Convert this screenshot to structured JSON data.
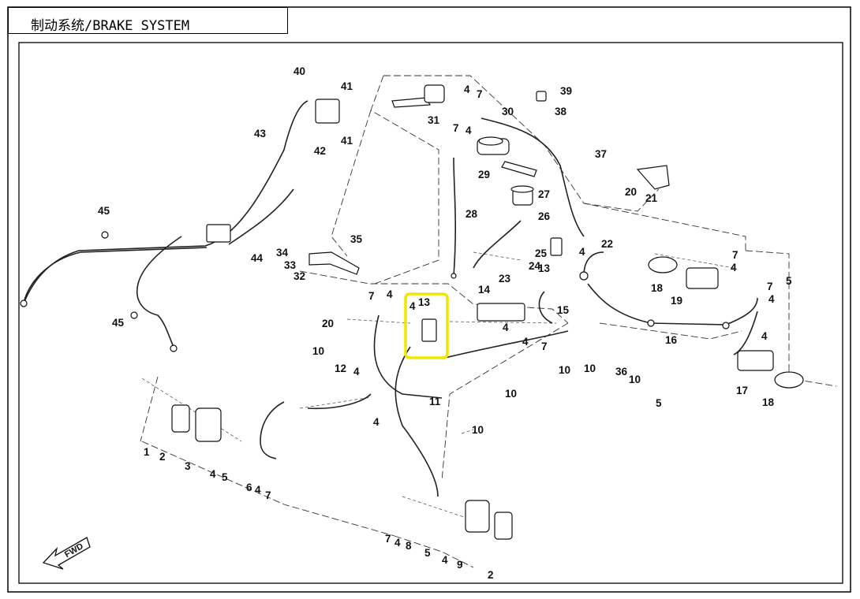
{
  "title": "制动系统/BRAKE SYSTEM",
  "fwd_label": "FWD",
  "highlight_color": "#f2e600",
  "callouts": [
    {
      "id": "c40",
      "text": "40"
    },
    {
      "id": "c41a",
      "text": "41"
    },
    {
      "id": "c41b",
      "text": "41"
    },
    {
      "id": "c42",
      "text": "42"
    },
    {
      "id": "c43",
      "text": "43"
    },
    {
      "id": "c45a",
      "text": "45"
    },
    {
      "id": "c44",
      "text": "44"
    },
    {
      "id": "c45b",
      "text": "45"
    },
    {
      "id": "c4a",
      "text": "4"
    },
    {
      "id": "c7a",
      "text": "7"
    },
    {
      "id": "c31",
      "text": "31"
    },
    {
      "id": "c30",
      "text": "30"
    },
    {
      "id": "c39",
      "text": "39"
    },
    {
      "id": "c38",
      "text": "38"
    },
    {
      "id": "c7b",
      "text": "7"
    },
    {
      "id": "c4b",
      "text": "4"
    },
    {
      "id": "c29",
      "text": "29"
    },
    {
      "id": "c37",
      "text": "37"
    },
    {
      "id": "c20a",
      "text": "20"
    },
    {
      "id": "c21",
      "text": "21"
    },
    {
      "id": "c27",
      "text": "27"
    },
    {
      "id": "c28",
      "text": "28"
    },
    {
      "id": "c26",
      "text": "26"
    },
    {
      "id": "c22",
      "text": "22"
    },
    {
      "id": "c4c",
      "text": "4"
    },
    {
      "id": "c13a",
      "text": "13"
    },
    {
      "id": "c25",
      "text": "25"
    },
    {
      "id": "c24",
      "text": "24"
    },
    {
      "id": "c23",
      "text": "23"
    },
    {
      "id": "c35",
      "text": "35"
    },
    {
      "id": "c34",
      "text": "34"
    },
    {
      "id": "c33",
      "text": "33"
    },
    {
      "id": "c32",
      "text": "32"
    },
    {
      "id": "c7c",
      "text": "7"
    },
    {
      "id": "c4d",
      "text": "4"
    },
    {
      "id": "c18a",
      "text": "18"
    },
    {
      "id": "c19",
      "text": "19"
    },
    {
      "id": "c5a",
      "text": "5"
    },
    {
      "id": "c7d",
      "text": "7"
    },
    {
      "id": "c4e",
      "text": "4"
    },
    {
      "id": "c7e",
      "text": "7"
    },
    {
      "id": "c4f",
      "text": "4"
    },
    {
      "id": "c20b",
      "text": "20"
    },
    {
      "id": "c4g",
      "text": "4"
    },
    {
      "id": "c13b",
      "text": "13"
    },
    {
      "id": "c14",
      "text": "14"
    },
    {
      "id": "c15",
      "text": "15"
    },
    {
      "id": "c4h",
      "text": "4"
    },
    {
      "id": "c4i",
      "text": "4"
    },
    {
      "id": "c7f",
      "text": "7"
    },
    {
      "id": "c16",
      "text": "16"
    },
    {
      "id": "c4j",
      "text": "4"
    },
    {
      "id": "c10a",
      "text": "10"
    },
    {
      "id": "c10b",
      "text": "10"
    },
    {
      "id": "c10c",
      "text": "10"
    },
    {
      "id": "c36",
      "text": "36"
    },
    {
      "id": "c10d",
      "text": "10"
    },
    {
      "id": "c17",
      "text": "17"
    },
    {
      "id": "c18b",
      "text": "18"
    },
    {
      "id": "c5b",
      "text": "5"
    },
    {
      "id": "c12",
      "text": "12"
    },
    {
      "id": "c4k",
      "text": "4"
    },
    {
      "id": "c11",
      "text": "11"
    },
    {
      "id": "c10e",
      "text": "10"
    },
    {
      "id": "c4l",
      "text": "4"
    },
    {
      "id": "c10f",
      "text": "10"
    },
    {
      "id": "c1",
      "text": "1"
    },
    {
      "id": "c2a",
      "text": "2"
    },
    {
      "id": "c3",
      "text": "3"
    },
    {
      "id": "c4m",
      "text": "4"
    },
    {
      "id": "c5c",
      "text": "5"
    },
    {
      "id": "c6",
      "text": "6"
    },
    {
      "id": "c4n",
      "text": "4"
    },
    {
      "id": "c7g",
      "text": "7"
    },
    {
      "id": "c7h",
      "text": "7"
    },
    {
      "id": "c4o",
      "text": "4"
    },
    {
      "id": "c8",
      "text": "8"
    },
    {
      "id": "c5d",
      "text": "5"
    },
    {
      "id": "c4p",
      "text": "4"
    },
    {
      "id": "c9",
      "text": "9"
    },
    {
      "id": "c2b",
      "text": "2"
    }
  ]
}
